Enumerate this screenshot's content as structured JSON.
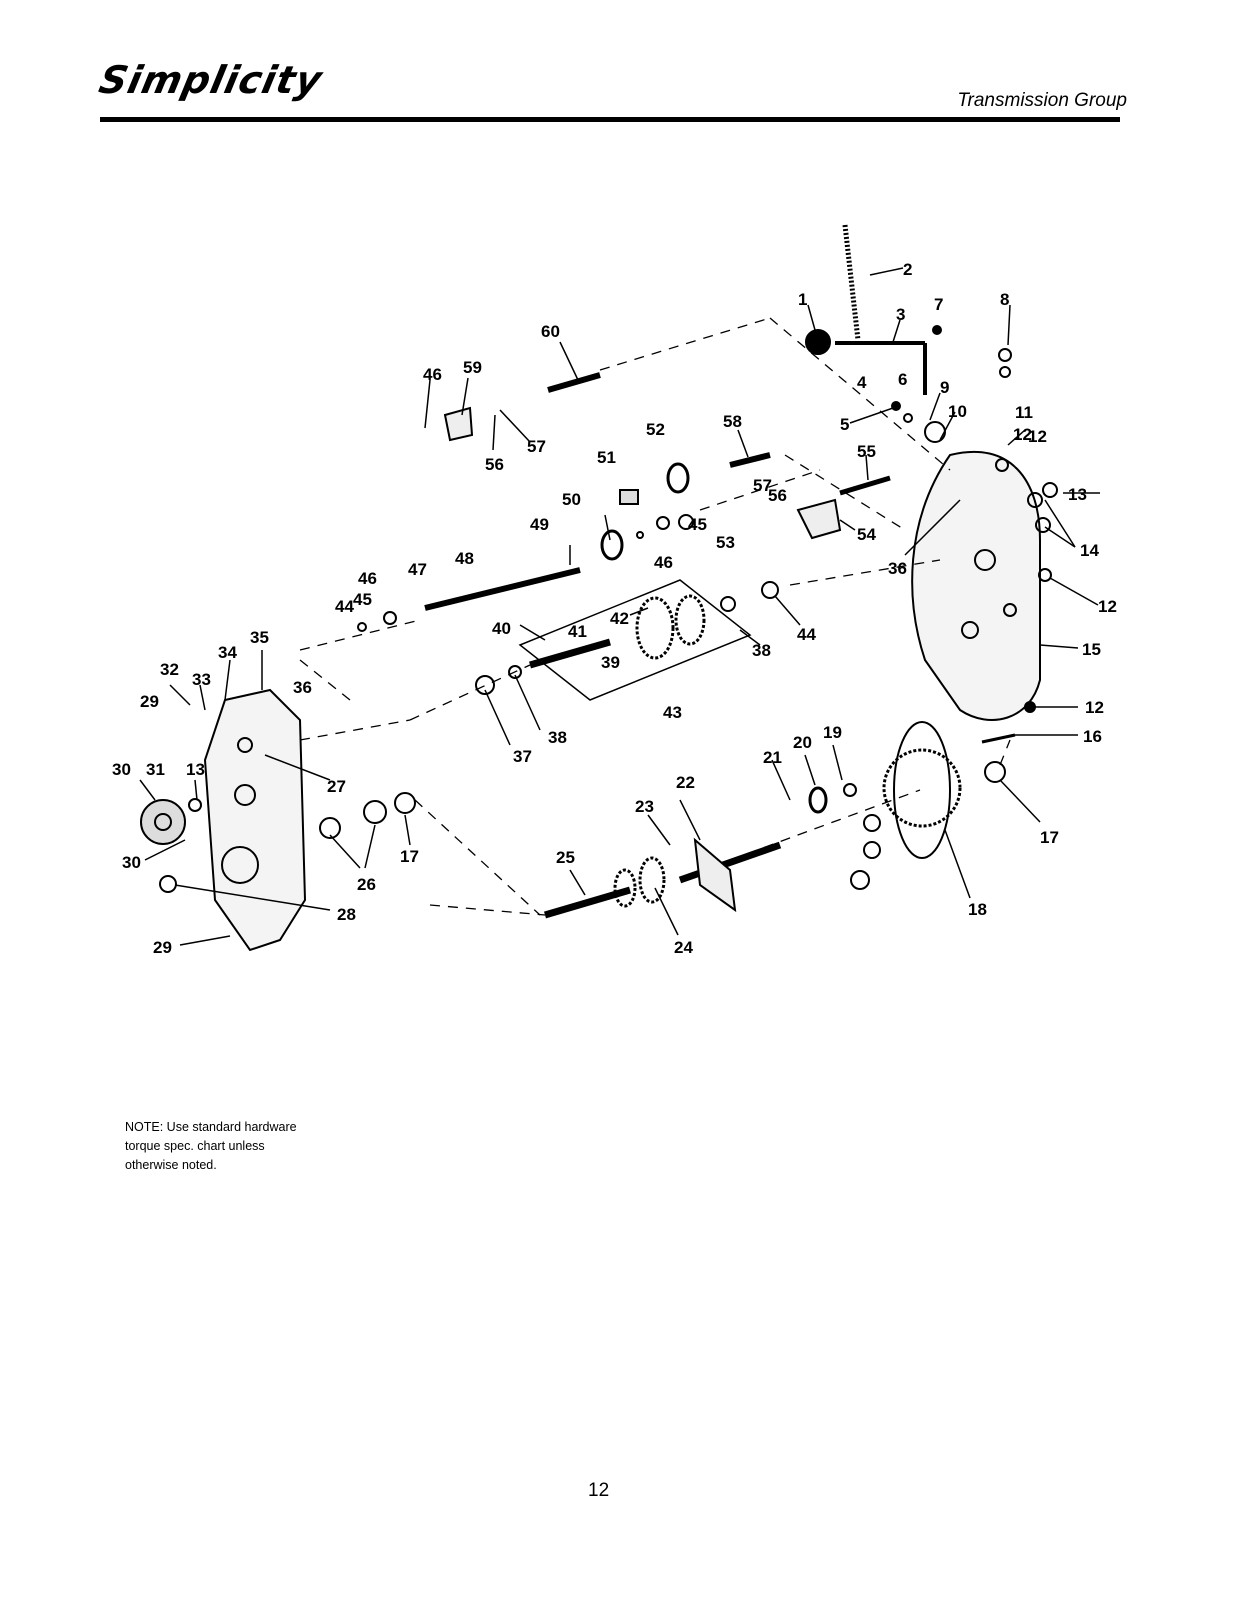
{
  "header": {
    "brand": "Simplicity",
    "section_title": "Transmission Group"
  },
  "note": {
    "lines": [
      "NOTE: Use standard hardware",
      "torque spec. chart unless",
      "otherwise noted."
    ]
  },
  "page_number": "12",
  "callouts": [
    {
      "n": "1"
    },
    {
      "n": "2"
    },
    {
      "n": "3"
    },
    {
      "n": "4"
    },
    {
      "n": "5"
    },
    {
      "n": "6"
    },
    {
      "n": "7"
    },
    {
      "n": "8"
    },
    {
      "n": "9"
    },
    {
      "n": "10"
    },
    {
      "n": "11"
    },
    {
      "n": "12"
    },
    {
      "n": "12"
    },
    {
      "n": "12"
    },
    {
      "n": "12"
    },
    {
      "n": "13"
    },
    {
      "n": "13"
    },
    {
      "n": "14"
    },
    {
      "n": "15"
    },
    {
      "n": "16"
    },
    {
      "n": "17"
    },
    {
      "n": "17"
    },
    {
      "n": "18"
    },
    {
      "n": "19"
    },
    {
      "n": "20"
    },
    {
      "n": "21"
    },
    {
      "n": "22"
    },
    {
      "n": "23"
    },
    {
      "n": "24"
    },
    {
      "n": "25"
    },
    {
      "n": "26"
    },
    {
      "n": "27"
    },
    {
      "n": "28"
    },
    {
      "n": "29"
    },
    {
      "n": "29"
    },
    {
      "n": "30"
    },
    {
      "n": "30"
    },
    {
      "n": "31"
    },
    {
      "n": "32"
    },
    {
      "n": "33"
    },
    {
      "n": "34"
    },
    {
      "n": "35"
    },
    {
      "n": "36"
    },
    {
      "n": "36"
    },
    {
      "n": "37"
    },
    {
      "n": "38"
    },
    {
      "n": "38"
    },
    {
      "n": "39"
    },
    {
      "n": "40"
    },
    {
      "n": "41"
    },
    {
      "n": "42"
    },
    {
      "n": "43"
    },
    {
      "n": "44"
    },
    {
      "n": "44"
    },
    {
      "n": "45"
    },
    {
      "n": "45"
    },
    {
      "n": "46"
    },
    {
      "n": "46"
    },
    {
      "n": "46"
    },
    {
      "n": "47"
    },
    {
      "n": "48"
    },
    {
      "n": "49"
    },
    {
      "n": "50"
    },
    {
      "n": "51"
    },
    {
      "n": "52"
    },
    {
      "n": "53"
    },
    {
      "n": "54"
    },
    {
      "n": "55"
    },
    {
      "n": "56"
    },
    {
      "n": "56"
    },
    {
      "n": "57"
    },
    {
      "n": "57"
    },
    {
      "n": "58"
    },
    {
      "n": "59"
    },
    {
      "n": "60"
    }
  ]
}
